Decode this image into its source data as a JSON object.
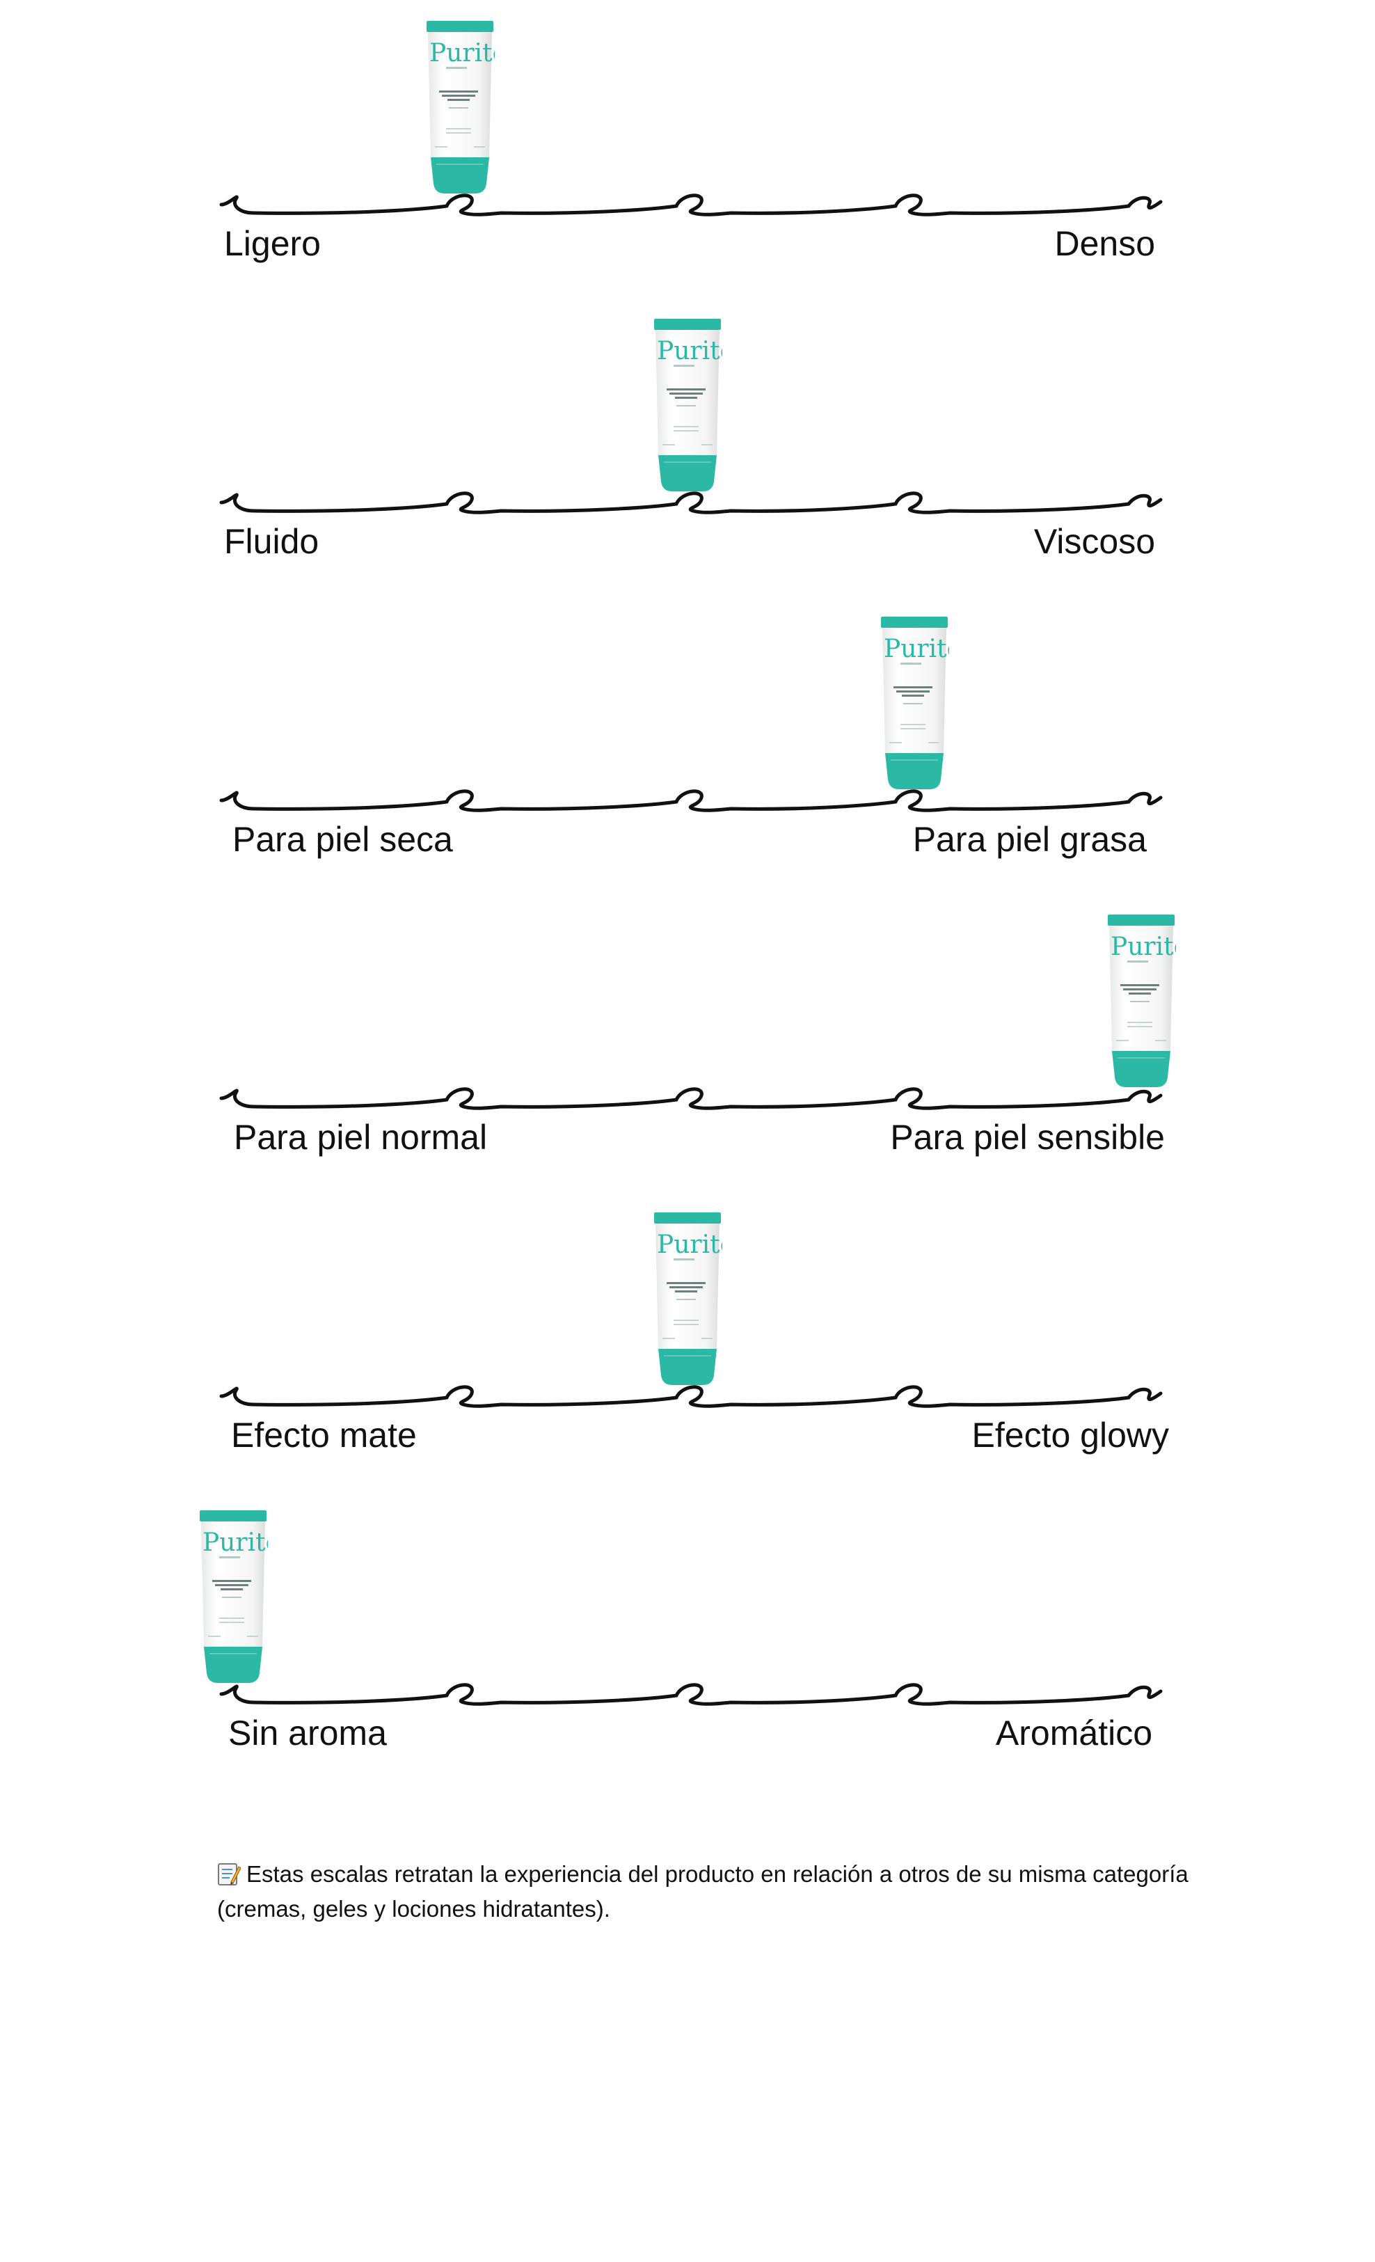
{
  "brand": {
    "tube_logo": "Purito",
    "accent_color": "#2bb8a5",
    "cap_color": "#2bb8a5"
  },
  "scales": [
    {
      "left_label": "Ligero",
      "right_label": "Denso",
      "position": 0.25
    },
    {
      "left_label": "Fluido",
      "right_label": "Viscoso",
      "position": 0.5
    },
    {
      "left_label": "Para piel seca",
      "right_label": "Para piel grasa",
      "position": 0.75
    },
    {
      "left_label": "Para piel normal",
      "right_label": "Para piel sensible",
      "position": 1.0
    },
    {
      "left_label": "Efecto mate",
      "right_label": "Efecto glowy",
      "position": 0.5
    },
    {
      "left_label": "Sin aroma",
      "right_label": "Aromático",
      "position": 0.0
    }
  ],
  "note": {
    "icon": "memo-icon",
    "text": "Estas escalas retratan la experiencia del producto en relación a otros de su misma categoría (cremas, geles y lociones hidratantes)."
  }
}
